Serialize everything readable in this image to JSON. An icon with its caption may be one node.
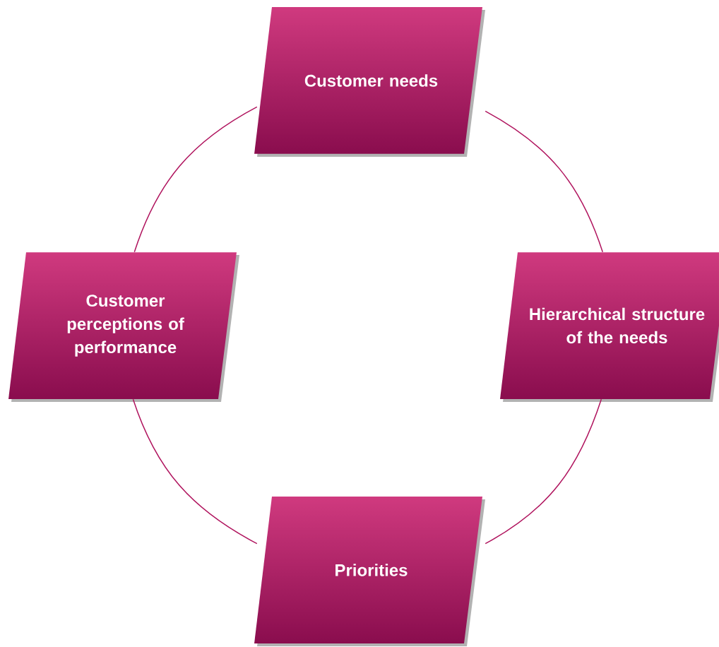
{
  "diagram": {
    "nodes": [
      {
        "text": [
          "Customer needs"
        ]
      },
      {
        "text": [
          "Customer perceptions of performance"
        ]
      },
      {
        "text": [
          "Hierarchical structure of the needs"
        ]
      },
      {
        "text": [
          "Priorities"
        ]
      }
    ],
    "edges": [
      {
        "from": 0,
        "to": 2,
        "arrow": "none"
      },
      {
        "from": 2,
        "to": 3,
        "arrow": "none"
      },
      {
        "from": 3,
        "to": 1,
        "arrow": "none"
      },
      {
        "from": 1,
        "to": 0,
        "arrow": "none"
      }
    ]
  }
}
